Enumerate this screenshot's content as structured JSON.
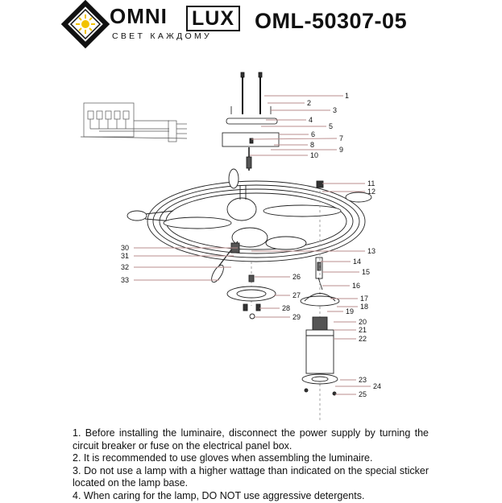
{
  "brand": {
    "name_part1": "OMNI",
    "name_part2": "LUX",
    "tagline": "СВЕТ КАЖДОМУ"
  },
  "model": "OML-50307-05",
  "callouts_right": [
    "1",
    "2",
    "3",
    "4",
    "5",
    "6",
    "7",
    "8",
    "9",
    "10",
    "11",
    "12",
    "13",
    "14",
    "15",
    "16",
    "17",
    "18",
    "19",
    "20",
    "21",
    "22",
    "23",
    "24",
    "25",
    "26",
    "27",
    "28",
    "29"
  ],
  "callouts_left": [
    "30",
    "31",
    "32",
    "33"
  ],
  "instructions": [
    "1. Before installing the luminaire, disconnect the power supply by turning the circuit breaker or fuse on the electrical panel box.",
    "2. It is recommended to use gloves when assembling the luminaire.",
    "3. Do not use a lamp with a higher wattage than indicated on the special sticker located on the lamp base.",
    "4. When caring for the lamp, DO NOT use aggressive detergents."
  ],
  "colors": {
    "callout_line": "#b98c8c",
    "ink": "#111111",
    "logo_gold": "#f2c200"
  }
}
